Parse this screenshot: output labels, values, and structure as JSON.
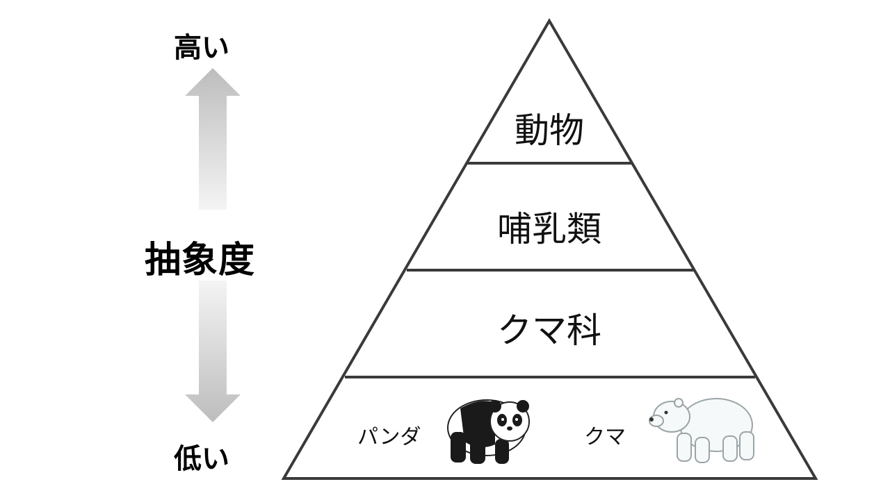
{
  "axis": {
    "label": "抽象度",
    "high_label": "高い",
    "low_label": "低い"
  },
  "pyramid": {
    "levels": [
      {
        "label": "動物"
      },
      {
        "label": "哺乳類"
      },
      {
        "label": "クマ科"
      }
    ],
    "bottom_items": [
      {
        "label": "パンダ",
        "icon": "panda-illustration"
      },
      {
        "label": "クマ",
        "icon": "polar-bear-illustration"
      }
    ]
  },
  "colors": {
    "outline": "#3a3a3a",
    "arrow_top": "#bdbdbd",
    "arrow_fade": "#f4f4f4"
  }
}
